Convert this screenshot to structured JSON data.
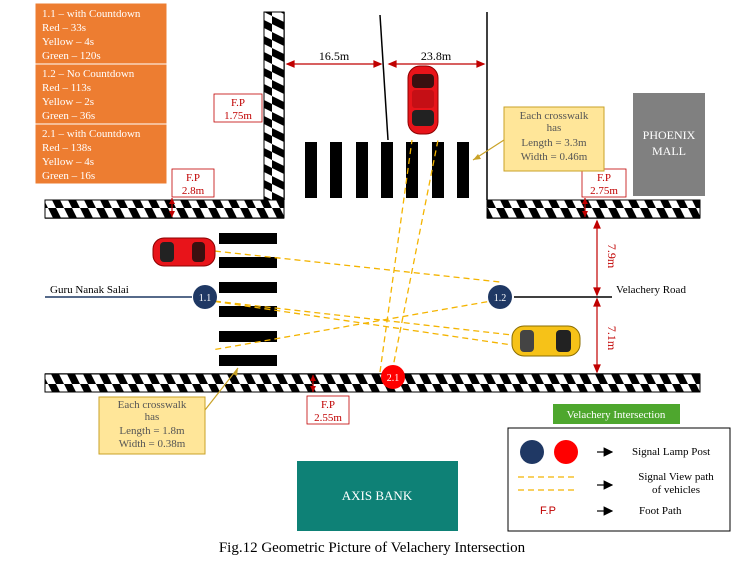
{
  "signals": [
    {
      "label": "1.1 – with Countdown",
      "red": "Red – 33s",
      "yellow": "Yellow – 4s",
      "green": "Green – 120s"
    },
    {
      "label": "1.2 – No Countdown",
      "red": "Red – 113s",
      "yellow": "Yellow – 2s",
      "green": "Green – 36s"
    },
    {
      "label": "2.1 – with Countdown",
      "red": "Red – 138s",
      "yellow": "Yellow – 4s",
      "green": "Green – 16s"
    }
  ],
  "dimensions": {
    "top_left_width": "16.5m",
    "top_right_width": "23.8m",
    "right_upper_width": "7.9m",
    "right_lower_width": "7.1m"
  },
  "footpaths": {
    "top_vertical": {
      "label": "F.P",
      "value": "1.75m"
    },
    "top_left": {
      "label": "F.P",
      "value": "2.8m"
    },
    "top_right": {
      "label": "F.P",
      "value": "2.75m"
    },
    "bottom": {
      "label": "F.P",
      "value": "2.55m"
    }
  },
  "crosswalk_top": {
    "line1": "Each crosswalk",
    "line2": "has",
    "length": "Length = 3.3m",
    "width": "Width = 0.46m"
  },
  "crosswalk_bottom": {
    "line1": "Each crosswalk",
    "line2": "has",
    "length": "Length = 1.8m",
    "width": "Width = 0.38m"
  },
  "roads": {
    "left": "Guru Nanak Salai",
    "right": "Velachery Road"
  },
  "posts": {
    "p11": "1.1",
    "p12": "1.2",
    "p21": "2.1"
  },
  "buildings": {
    "phoenix_line1": "PHOENIX",
    "phoenix_line2": "MALL",
    "axis": "AXIS BANK"
  },
  "intersection_label": "Velachery Intersection",
  "legend": {
    "signal_lamp": "Signal Lamp Post",
    "view_path_line1": "Signal View path",
    "view_path_line2": "of vehicles",
    "fp_symbol": "F.P",
    "foot_path": "Foot Path"
  },
  "caption": "Fig.12 Geometric Picture of Velachery Intersection",
  "colors": {
    "orange_box": "#ED7D31",
    "callout": "#FFE699",
    "navy_post": "#1F3864",
    "red_post": "#FF0000",
    "teal": "#0E8176",
    "green_label": "#4EA72E",
    "mall_gray": "#808080",
    "dim_red": "#C00000",
    "view_path": "#F4B400"
  }
}
